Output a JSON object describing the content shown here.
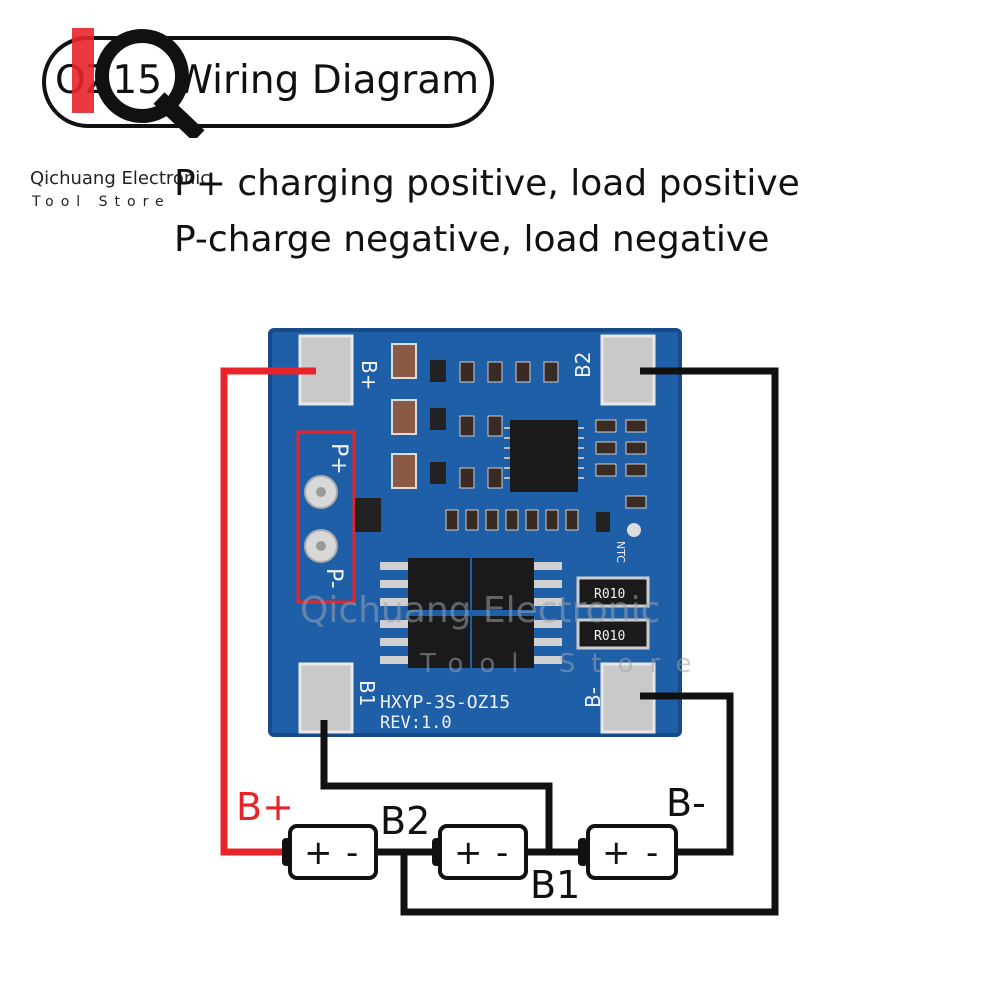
{
  "header": {
    "title": "OZ15 Wiring Diagram",
    "brand_name": "Qichuang Electronic",
    "brand_sub": "Tool Store"
  },
  "description": {
    "line1": "P+ charging positive, load positive",
    "line2": "P-charge negative, load negative"
  },
  "board": {
    "pad_labels": {
      "b_plus": "B+",
      "b2": "B2",
      "b1": "B1",
      "b_minus": "B-"
    },
    "p_plus": "P+",
    "p_minus": "P-",
    "ntc": "NTC",
    "model": "HXYP-3S-OZ15",
    "revision": "REV:1.0",
    "resistor1": "R010",
    "resistor2": "R010",
    "watermark": "Qichuang Electronic",
    "watermark_sub": "Tool Store"
  },
  "wiring": {
    "label_b_plus": "B+",
    "label_b2": "B2",
    "label_b1": "B1",
    "label_b_minus": "B-",
    "battery_plus": "+",
    "battery_minus": "-",
    "colors": {
      "positive_wire": "#e8232a",
      "wire": "#111111",
      "pcb": "#1f5fa8"
    }
  }
}
